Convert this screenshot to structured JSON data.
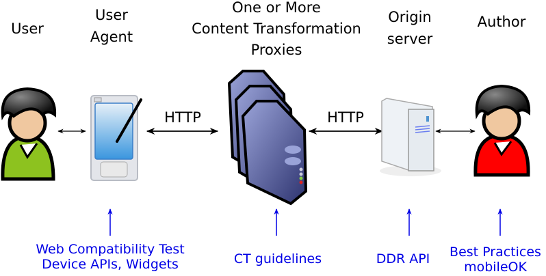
{
  "actors": {
    "user": "User",
    "user_agent": [
      "User",
      "Agent"
    ],
    "proxies": [
      "One or More",
      "Content Transformation",
      "Proxies"
    ],
    "origin": [
      "Origin",
      "server"
    ],
    "author": "Author"
  },
  "protocols": {
    "left": "HTTP",
    "right": "HTTP"
  },
  "specs": {
    "user_agent": [
      "Web Compatibility Test",
      "Device APIs, Widgets"
    ],
    "proxies": "CT guidelines",
    "origin": "DDR API",
    "author": [
      "Best Practices",
      "mobileOK"
    ]
  },
  "colors": {
    "spec_text": "#0000e6",
    "user_shirt": "#8dc21f",
    "author_shirt": "#ff0000",
    "proxy": "#4a5699"
  }
}
